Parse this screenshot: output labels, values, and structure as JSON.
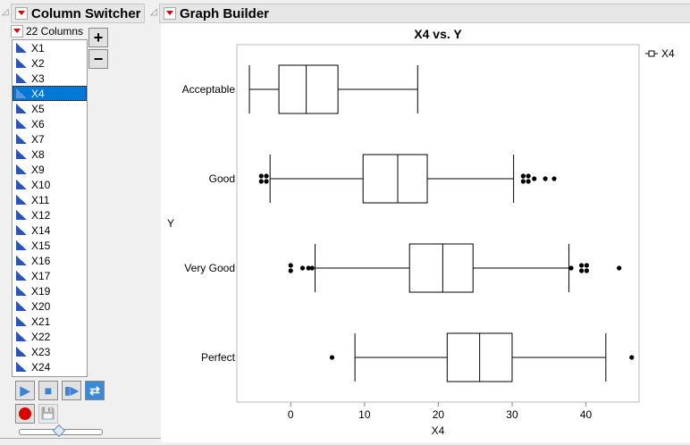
{
  "column_switcher": {
    "title": "Column Switcher",
    "count_label": "22 Columns",
    "columns": [
      "X1",
      "X2",
      "X3",
      "X4",
      "X5",
      "X6",
      "X7",
      "X8",
      "X9",
      "X10",
      "X11",
      "X12",
      "X14",
      "X15",
      "X16",
      "X17",
      "X19",
      "X20",
      "X21",
      "X22",
      "X23",
      "X24"
    ],
    "selected": "X4",
    "slider_value": 0.5
  },
  "graph_builder": {
    "title": "Graph Builder",
    "legend": "X4"
  },
  "chart_data": {
    "type": "boxplot",
    "title": "X4 vs. Y",
    "xlabel": "X4",
    "ylabel": "Y",
    "xlim": [
      -7.3,
      47.2
    ],
    "xticks": [
      0,
      10,
      20,
      30,
      40
    ],
    "categories": [
      "Acceptable",
      "Good",
      "Very Good",
      "Perfect"
    ],
    "boxes": [
      {
        "name": "Acceptable",
        "whisker_low": -5.6,
        "q1": -1.6,
        "median": 2.1,
        "q3": 6.4,
        "whisker_high": 17.2,
        "outliers": []
      },
      {
        "name": "Good",
        "whisker_low": -2.8,
        "q1": 9.8,
        "median": 14.5,
        "q3": 18.5,
        "whisker_high": 30.2,
        "outliers": [
          -4,
          -4,
          -3.3,
          -3.3,
          31.5,
          31.5,
          31.5,
          32.2,
          32.2,
          33,
          34.5,
          35.7
        ]
      },
      {
        "name": "Very Good",
        "whisker_low": 3.3,
        "q1": 16.1,
        "median": 20.6,
        "q3": 24.7,
        "whisker_high": 37.7,
        "outliers": [
          0,
          0,
          1.6,
          2.4,
          2.9,
          38,
          39.4,
          39.4,
          40.1,
          40.1,
          44.5
        ]
      },
      {
        "name": "Perfect",
        "whisker_low": 8.7,
        "q1": 21.2,
        "median": 25.6,
        "q3": 30,
        "whisker_high": 42.7,
        "outliers": [
          5.6,
          46.2
        ]
      }
    ]
  }
}
